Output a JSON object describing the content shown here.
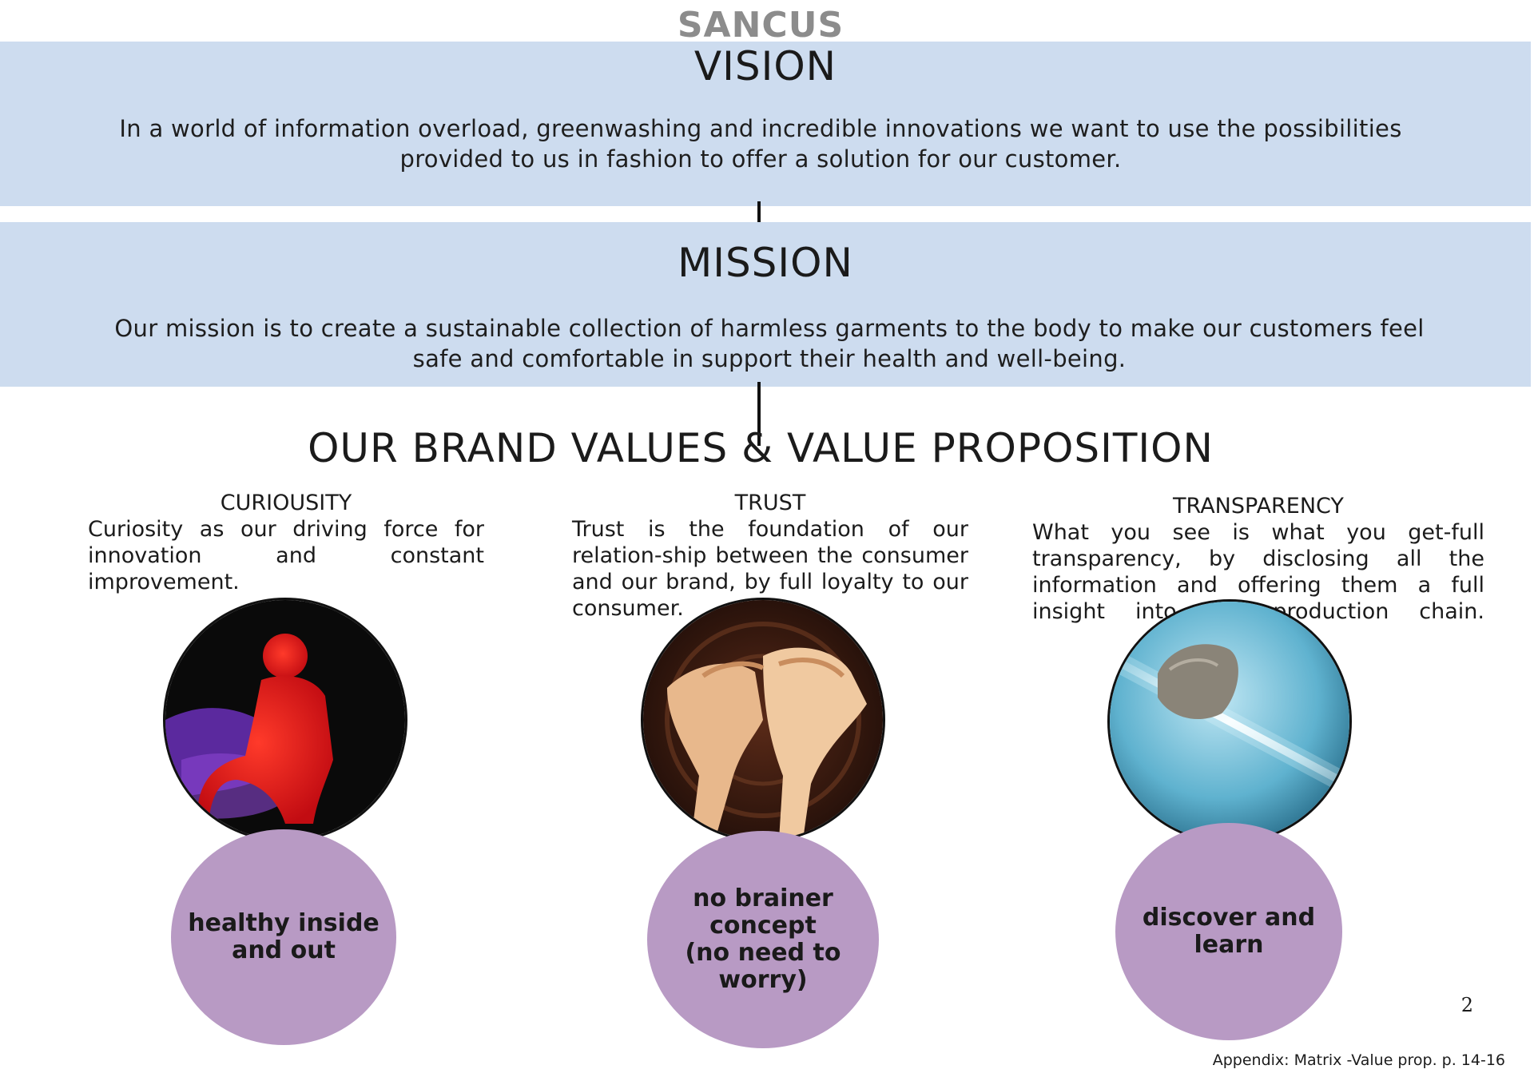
{
  "brand": "SANCUS",
  "vision": {
    "heading": "VISION",
    "text": "In a world of information overload, greenwashing and incredible innovations we want to use the possibilities provided to us in fashion to offer a solution for our customer."
  },
  "mission": {
    "heading": "MISSION",
    "text": "Our mission is to create a sustainable collection of harmless garments to the body to make our customers feel safe and comfortable in support their health and well-being."
  },
  "values_title": "OUR BRAND VALUES & VALUE PROPOSITION",
  "values": [
    {
      "title": "CURIOUSITY",
      "text": "Curiosity as our driving force for innovation and constant improvement.",
      "proposition": "healthy inside\nand out",
      "image_icon": "red-figure-image"
    },
    {
      "title": "TRUST",
      "text": "Trust is the foundation of our relation-ship between the consumer and our brand, by full loyalty to our consumer.",
      "proposition": "no brainer concept\n(no need to worry)",
      "image_icon": "hands-image"
    },
    {
      "title": "TRANSPARENCY",
      "text": "What you see is what you get-full transparency, by disclosing all the information and offering them a full insight into our production chain.",
      "proposition": "discover and learn",
      "image_icon": "stone-light-image"
    }
  ],
  "page_number": "2",
  "appendix": "Appendix: Matrix -Value prop. p. 14-16",
  "colors": {
    "band": "#cddcef",
    "proposition_circle": "#b89ac4",
    "brand_gray": "#8c8c8c"
  }
}
